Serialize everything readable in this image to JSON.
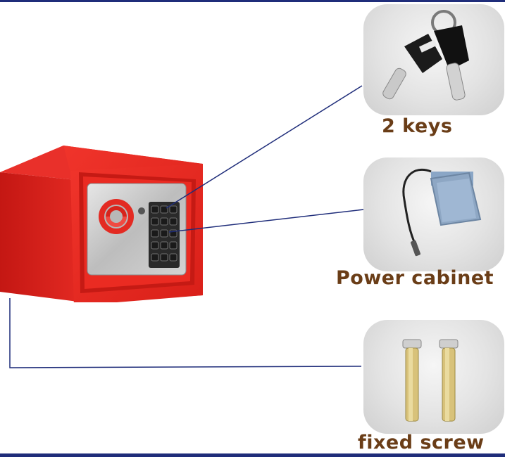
{
  "accessories": {
    "keys": {
      "label": "2 keys",
      "icon": "keys-icon"
    },
    "power": {
      "label": "Power cabinet",
      "icon": "battery-box-icon"
    },
    "screws": {
      "label": "fixed screw",
      "icon": "expansion-screw-icon"
    }
  },
  "colors": {
    "safe_body": "#e8231f",
    "label_text": "#6a3d17",
    "callout_line": "#1f2d7a",
    "border": "#1f2d7a"
  }
}
